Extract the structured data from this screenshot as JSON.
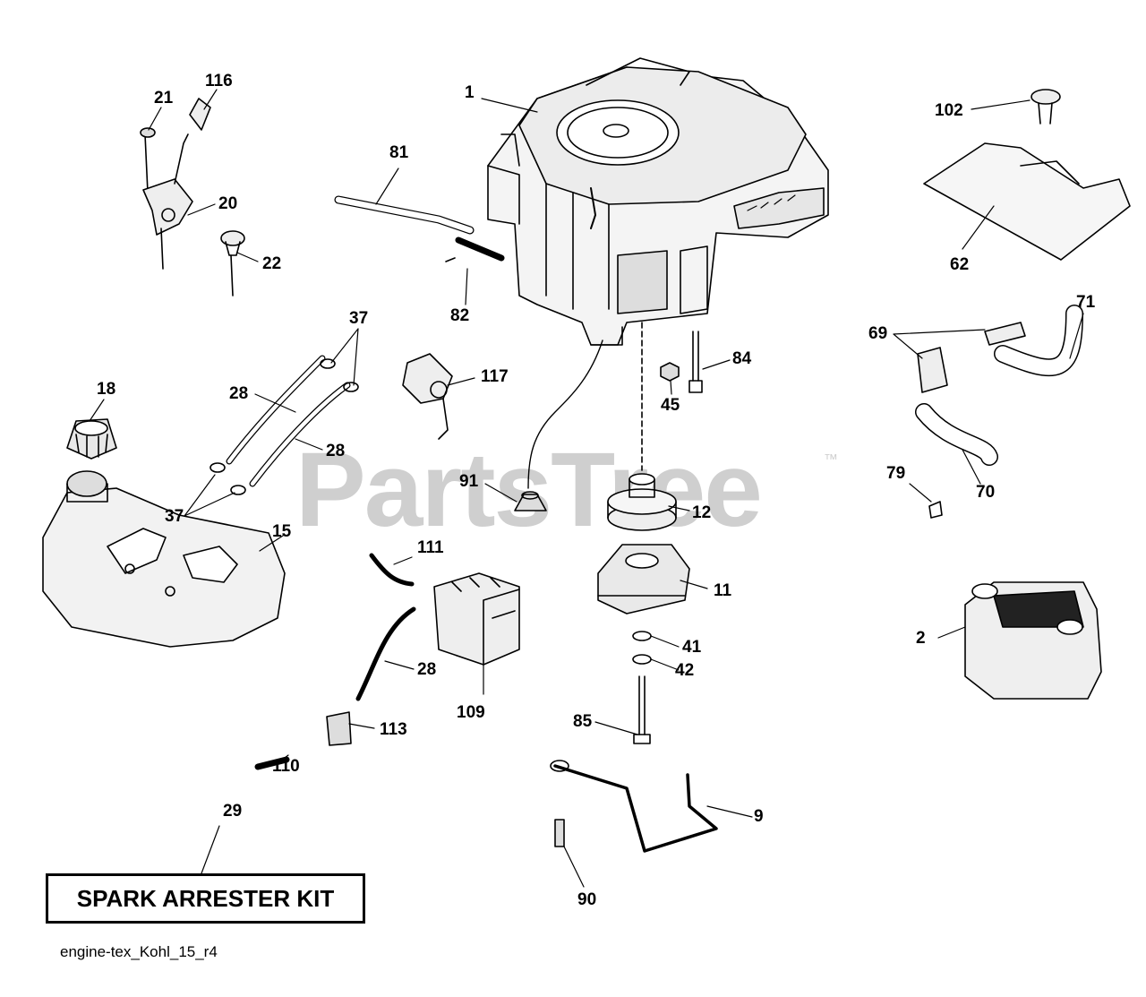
{
  "watermark": {
    "brand": "PartsTree",
    "trademark": "™"
  },
  "spark_arrester_kit": "SPARK ARRESTER KIT",
  "diagram_code": "engine-tex_Kohl_15_r4",
  "callouts": {
    "p1": "1",
    "p2": "2",
    "p9": "9",
    "p11": "11",
    "p12": "12",
    "p15": "15",
    "p18": "18",
    "p20": "20",
    "p21": "21",
    "p22": "22",
    "p28a": "28",
    "p28b": "28",
    "p28c": "28",
    "p29": "29",
    "p37a": "37",
    "p37b": "37",
    "p41": "41",
    "p42": "42",
    "p45": "45",
    "p62": "62",
    "p69": "69",
    "p70": "70",
    "p71": "71",
    "p79": "79",
    "p81": "81",
    "p82": "82",
    "p84": "84",
    "p85": "85",
    "p90": "90",
    "p91": "91",
    "p102": "102",
    "p109": "109",
    "p110": "110",
    "p111": "111",
    "p113": "113",
    "p116": "116",
    "p117": "117"
  }
}
